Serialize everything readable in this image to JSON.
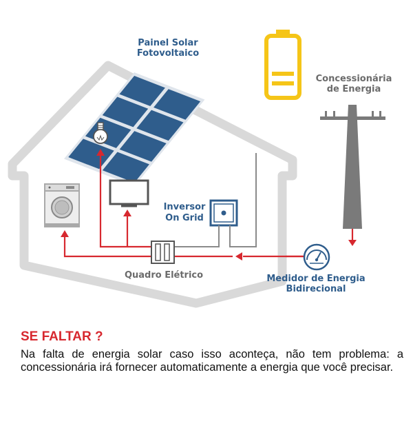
{
  "diagram": {
    "labels": {
      "panel_line1": "Painel Solar",
      "panel_line2": "Fotovoltaico",
      "utility_line1": "Concessionária",
      "utility_line2": "de Energia",
      "inverter_line1": "Inversor",
      "inverter_line2": "On Grid",
      "panel_box": "Quadro Elétrico",
      "meter_line1": "Medidor de Energia",
      "meter_line2": "Bidirecional"
    },
    "colors": {
      "house_outline": "#d9d9d9",
      "solar_panel": "#2f5d8c",
      "battery": "#f5c518",
      "power_flow": "#d7282f",
      "pole": "#7a7a7a"
    },
    "icons": [
      "solar-panel-icon",
      "battery-icon",
      "utility-pole-icon",
      "light-bulb-icon",
      "tv-icon",
      "washing-machine-icon",
      "inverter-icon",
      "breaker-panel-icon",
      "energy-meter-icon"
    ]
  },
  "section": {
    "heading": "SE FALTAR ?",
    "body": "Na falta de energia solar caso isso aconteça, não tem problema: a concessionária irá fornecer automaticamente a energia que você precisar."
  }
}
